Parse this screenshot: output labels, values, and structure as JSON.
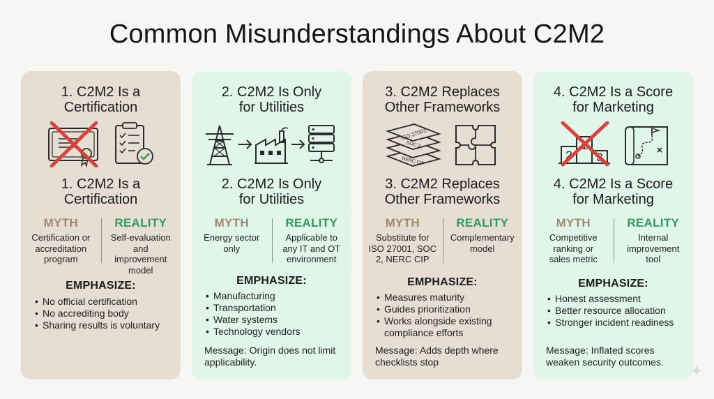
{
  "title": "Common Misunderstandings About C2M2",
  "colors": {
    "tan_card": "#e7ded3",
    "mint_card": "#e0f6ea",
    "myth_label": "#a08a6c",
    "reality_label": "#2f9a5e",
    "cross": "#d9433b"
  },
  "cards": [
    {
      "heading_line1": "1. C2M2 Is a",
      "heading_line2": "Certification",
      "icons": [
        "certificate-crossed-icon",
        "checklist-approved-icon"
      ],
      "myth_label": "MYTH",
      "myth_text": "Certification or accreditation program",
      "reality_label": "REALITY",
      "reality_text": "Self-evaluation and improvement model",
      "emphasize_label": "EMPHASIZE:",
      "bullets": [
        "No official certification",
        "No accrediting body",
        "Sharing results is voluntary"
      ],
      "message": ""
    },
    {
      "heading_line1": "2. C2M2 Is Only",
      "heading_line2": "for Utilities",
      "icons": [
        "power-tower-icon",
        "arrow-right-icon",
        "factory-icon",
        "arrow-right-icon",
        "server-network-icon"
      ],
      "myth_label": "MYTH",
      "myth_text": "Energy sector only",
      "reality_label": "REALITY",
      "reality_text": "Applicable to any IT and OT environment",
      "emphasize_label": "EMPHASIZE:",
      "bullets": [
        "Manufacturing",
        "Transportation",
        "Water systems",
        "Technology vendors"
      ],
      "message": "Message: Origin does not limit applicability."
    },
    {
      "heading_line1": "3. C2M2 Replaces",
      "heading_line2": "Other Frameworks",
      "icons": [
        "stacked-frameworks-icon",
        "puzzle-icon"
      ],
      "framework_layers": [
        "ISO 27001",
        "SOC 2",
        "NERC CIP"
      ],
      "myth_label": "MYTH",
      "myth_text": "Substitute for ISO 27001, SOC 2, NERC CIP",
      "reality_label": "REALITY",
      "reality_text": "Complementary model",
      "emphasize_label": "EMPHASIZE:",
      "bullets": [
        "Measures maturity",
        "Guides prioritization",
        "Works alongside existing compliance efforts"
      ],
      "message": "Message: Adds depth where checklists stop"
    },
    {
      "heading_line1": "4. C2M2 Is a Score",
      "heading_line2": "for Marketing",
      "icons": [
        "podium-crossed-icon",
        "roadmap-icon"
      ],
      "podium_numbers": [
        "2",
        "1",
        "3"
      ],
      "myth_label": "MYTH",
      "myth_text": "Competitive ranking or sales metric",
      "reality_label": "REALITY",
      "reality_text": "Internal improvement tool",
      "emphasize_label": "EMPHASIZE:",
      "bullets": [
        "Honest assessment",
        "Better resource allocation",
        "Stronger incident readiness"
      ],
      "message": "Message: Inflated scores weaken security outcomes."
    }
  ]
}
